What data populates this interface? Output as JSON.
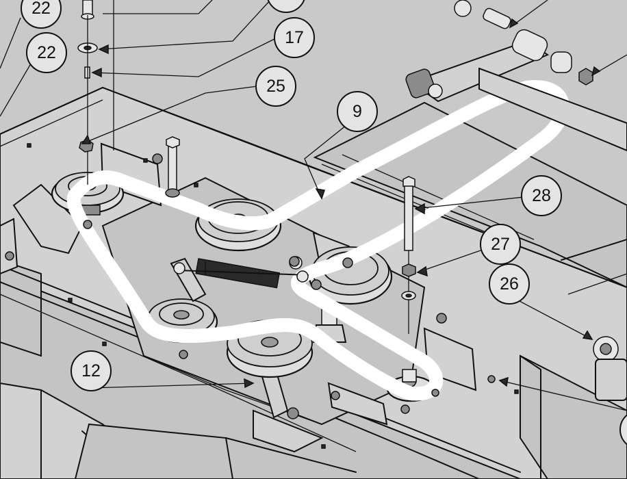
{
  "callouts": [
    {
      "id": "c22a",
      "label": "22"
    },
    {
      "id": "c22b",
      "label": "22"
    },
    {
      "id": "c17",
      "label": "17"
    },
    {
      "id": "c25",
      "label": "25"
    },
    {
      "id": "c9",
      "label": "9"
    },
    {
      "id": "c28",
      "label": "28"
    },
    {
      "id": "c27",
      "label": "27"
    },
    {
      "id": "c26",
      "label": "26"
    },
    {
      "id": "c12",
      "label": "12"
    }
  ]
}
